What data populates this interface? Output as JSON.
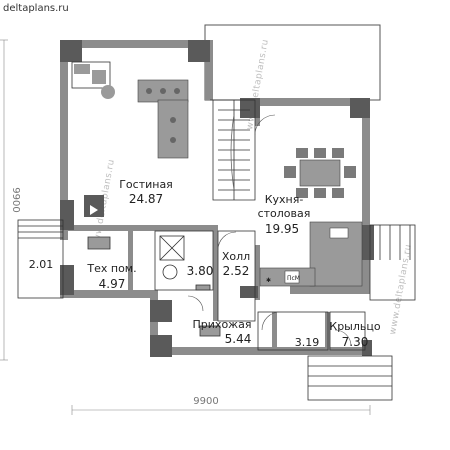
{
  "site": "deltaplans.ru",
  "watermark": "www.deltaplans.ru",
  "dimensions": {
    "width_label": "9900",
    "height_label": "9900"
  },
  "rooms": {
    "living": {
      "name": "Гостиная",
      "area": "24.87"
    },
    "kitchen": {
      "name_line1": "Кухня-",
      "name_line2": "столовая",
      "area": "19.95"
    },
    "tech": {
      "name": "Тех пом.",
      "area": "4.97"
    },
    "bath": {
      "area": "3.80"
    },
    "hall": {
      "name": "Холл",
      "area": "2.52"
    },
    "entry": {
      "name": "Прихожая",
      "area": "5.44"
    },
    "closet": {
      "area": "3.19"
    },
    "porch": {
      "name": "Крыльцо",
      "area": "7.30"
    },
    "terrace": {
      "area": "2.01"
    }
  },
  "appliances": {
    "dishwasher": "ПсМ"
  },
  "colors": {
    "wall": "#8c8c8c",
    "wall_dark": "#5a5a5a",
    "furniture": "#9a9a9a",
    "line": "#333333",
    "dim": "#888888"
  }
}
